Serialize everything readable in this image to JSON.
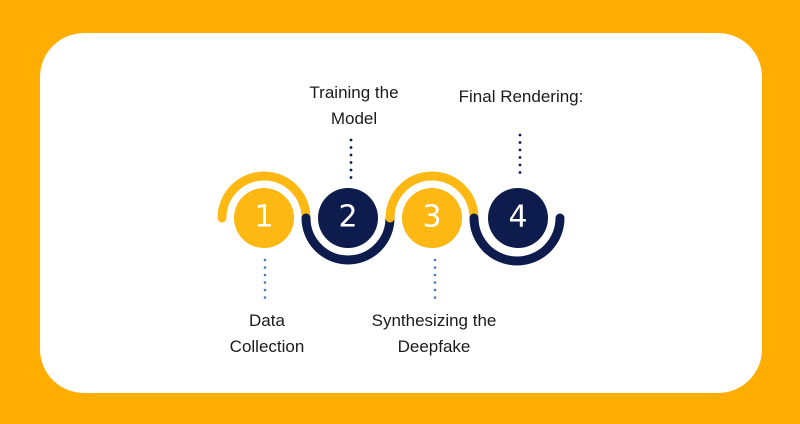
{
  "colors": {
    "background": "#FFAD00",
    "card": "#FFFFFF",
    "gold": "#FDB813",
    "navy": "#0E1B4D",
    "dotted_blue": "#3D7CC9"
  },
  "steps": [
    {
      "number": "1",
      "label_lines": [
        "Data",
        "Collection"
      ],
      "color": "gold",
      "label_position": "below"
    },
    {
      "number": "2",
      "label_lines": [
        "Training the",
        "Model"
      ],
      "color": "navy",
      "label_position": "above"
    },
    {
      "number": "3",
      "label_lines": [
        "Synthesizing the",
        "Deepfake"
      ],
      "color": "gold",
      "label_position": "below"
    },
    {
      "number": "4",
      "label_lines": [
        "Final Rendering:"
      ],
      "color": "navy",
      "label_position": "above"
    }
  ]
}
